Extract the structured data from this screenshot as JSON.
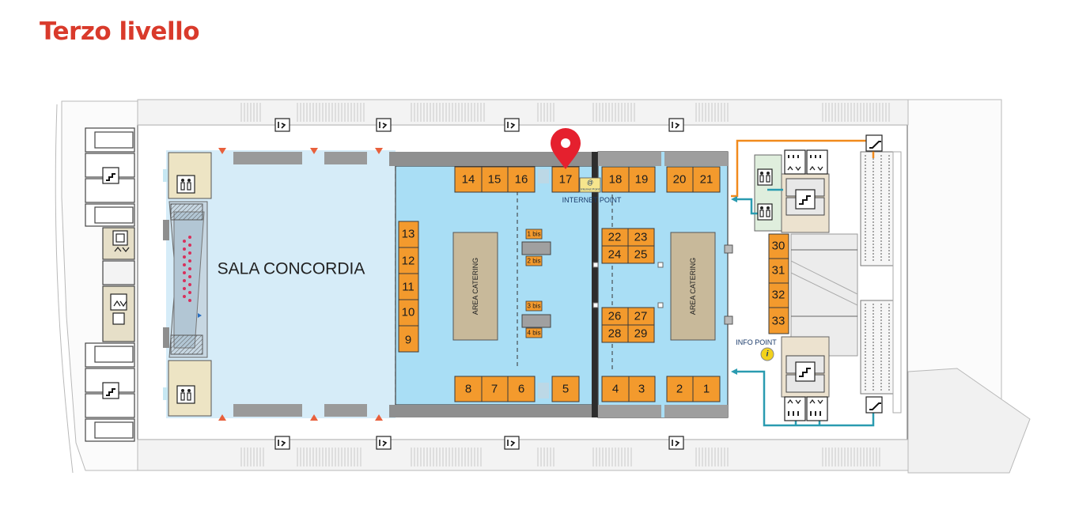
{
  "title": "Terzo livello",
  "labels": {
    "hall": "SALA CONCORDIA",
    "catering_left": "AREA CATERING",
    "catering_right": "AREA CATERING",
    "internet_point": "INTERNET POINT",
    "info_point": "INFO POINT",
    "internet_sign_text": "Internet Point",
    "info_icon": "i",
    "at_icon": "@"
  },
  "booths": [
    "14",
    "15",
    "16",
    "17",
    "18",
    "19",
    "20",
    "21",
    "13",
    "12",
    "11",
    "10",
    "9",
    "22",
    "23",
    "24",
    "25",
    "26",
    "27",
    "28",
    "29",
    "30",
    "31",
    "32",
    "33",
    "8",
    "7",
    "6",
    "5",
    "4",
    "3",
    "2",
    "1"
  ],
  "bis_booths": [
    "1 bis",
    "2 bis",
    "3 bis",
    "4 bis"
  ],
  "marker": {
    "booth": "17",
    "color": "#e5202e"
  },
  "colors": {
    "title": "#d93a2b",
    "booth": "#f39a2d",
    "hall_light": "#d6ecf8",
    "hall_blue": "#a9def5",
    "catering": "#c8b99a",
    "stairs_line": "#2a9bb0",
    "route_orange": "#f18a1c"
  },
  "icons": [
    "fire-exit-icon",
    "restroom-icon",
    "elevator-icon",
    "stairs-icon",
    "escalator-icon",
    "location-pin-icon",
    "info-icon",
    "internet-icon",
    "arrow-marker-icon"
  ]
}
